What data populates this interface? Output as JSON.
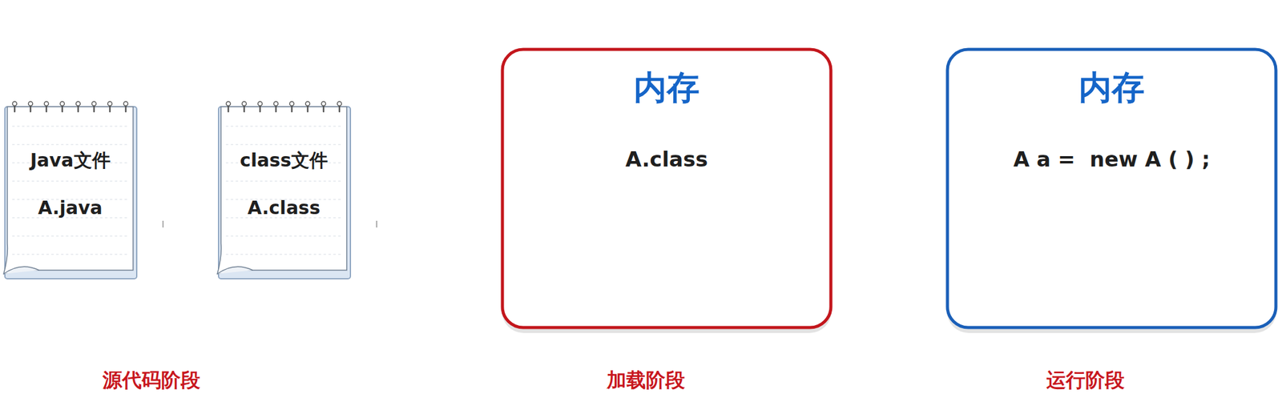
{
  "diagram": {
    "nodes": [
      {
        "text": [
          "Java文件",
          "A.java"
        ]
      },
      {
        "text": [
          "class文件",
          "A.class"
        ]
      },
      {
        "text": [
          "内存",
          "A.class"
        ]
      },
      {
        "text": [
          "内存",
          "A a =  new A ( ) ;"
        ]
      }
    ],
    "labels": [
      "源代码阶段",
      "加载阶段",
      "运行阶段"
    ]
  }
}
